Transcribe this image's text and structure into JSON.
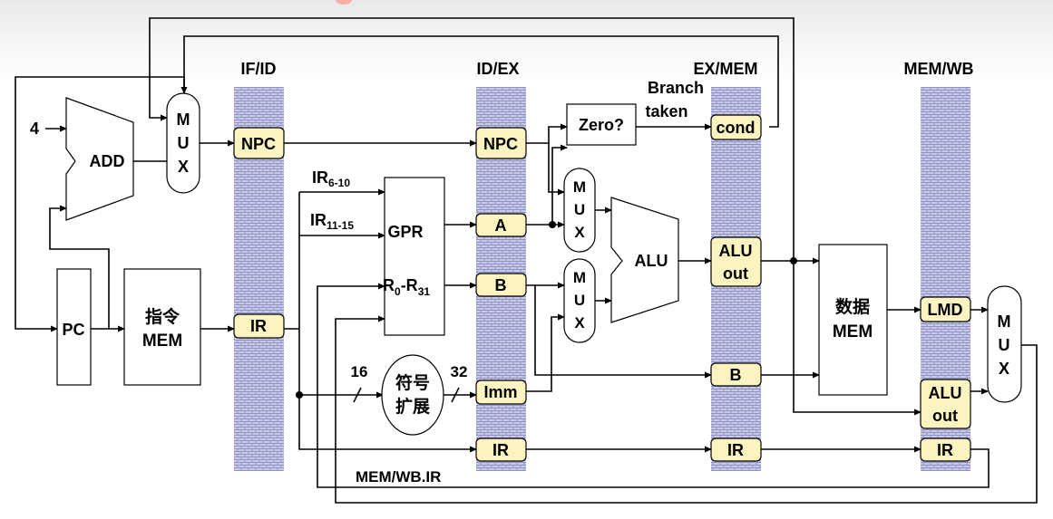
{
  "colors": {
    "register_fill": "#fbf4c0",
    "bar_fill": "#c9cbe6",
    "bar_pattern": "#8e92c4"
  },
  "stages": {
    "if_id": "IF/ID",
    "id_ex": "ID/EX",
    "ex_mem": "EX/MEM",
    "mem_wb": "MEM/WB"
  },
  "units": {
    "pc": "PC",
    "instr_mem_line1": "指令",
    "instr_mem_line2": "MEM",
    "add": "ADD",
    "const_four": "4",
    "mux_letters": [
      "M",
      "U",
      "X"
    ],
    "gpr": "GPR",
    "reg_range_main": "R",
    "reg_range_sub1": "0",
    "reg_range_dash": "-R",
    "reg_range_sub2": "31",
    "sign_ext_line1": "符号",
    "sign_ext_line2": "扩展",
    "zero": "Zero?",
    "alu": "ALU",
    "data_mem_line1": "数据",
    "data_mem_line2": "MEM"
  },
  "fields": {
    "ir_a_main": "IR",
    "ir_a_sub": "6-10",
    "ir_b_main": "IR",
    "ir_b_sub": "11-15",
    "width_in": "16",
    "width_out": "32"
  },
  "registers": {
    "npc": "NPC",
    "ir": "IR",
    "a": "A",
    "b": "B",
    "imm": "Imm",
    "cond": "cond",
    "alu_out_line1": "ALU",
    "alu_out_line2": "out",
    "lmd": "LMD"
  },
  "annotations": {
    "branch_line1": "Branch",
    "branch_line2": "taken",
    "mem_wb_ir": "MEM/WB.IR"
  }
}
